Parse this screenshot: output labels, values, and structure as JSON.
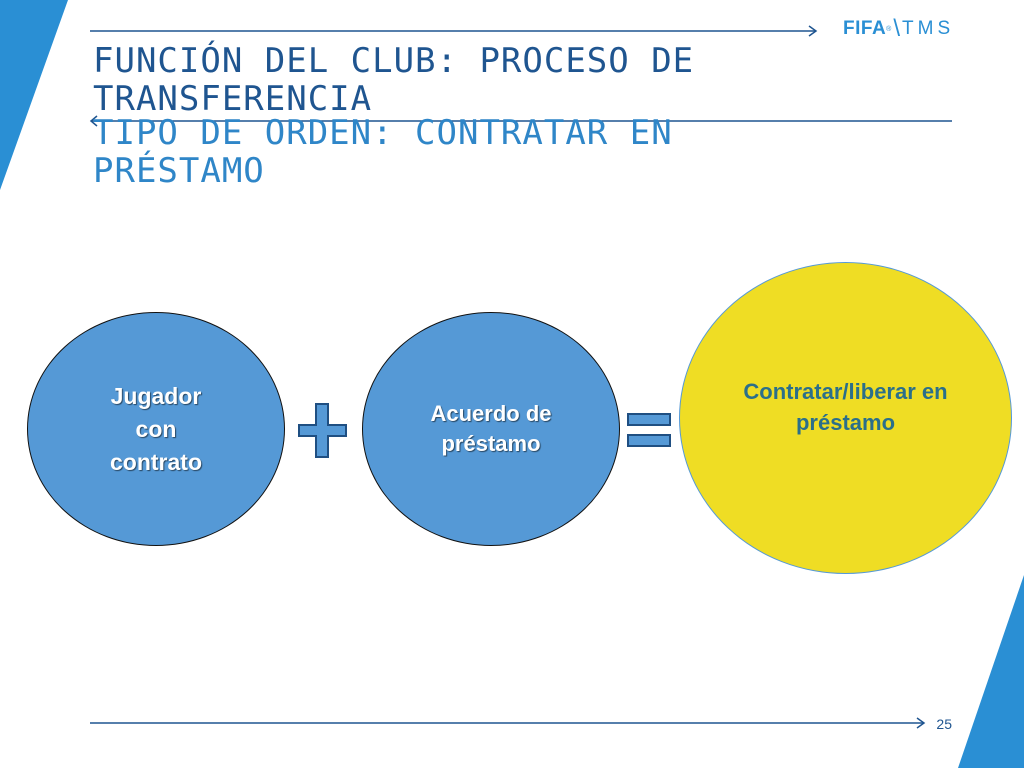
{
  "header": {
    "title": "FUNCIÓN DEL CLUB: PROCESO DE TRANSFERENCIA",
    "subtitle": "TIPO DE ORDEN: CONTRATAR EN PRÉSTAMO",
    "logo": {
      "fifa": "FIFA",
      "registered": "®",
      "tms": "TMS"
    }
  },
  "diagram": {
    "node_1": "Jugador con contrato",
    "operator_1": "plus-sign",
    "node_2": "Acuerdo de préstamo",
    "operator_2": "equals-sign",
    "result": "Contratar/liberar en préstamo"
  },
  "footer": {
    "page_number": "25"
  },
  "colors": {
    "accent_blue": "#2a8fd4",
    "title_blue": "#1f5590",
    "subtitle_blue": "#2f86c8",
    "node_blue": "#5599d6",
    "result_yellow": "#efdd24",
    "result_text": "#2b6f8a"
  }
}
